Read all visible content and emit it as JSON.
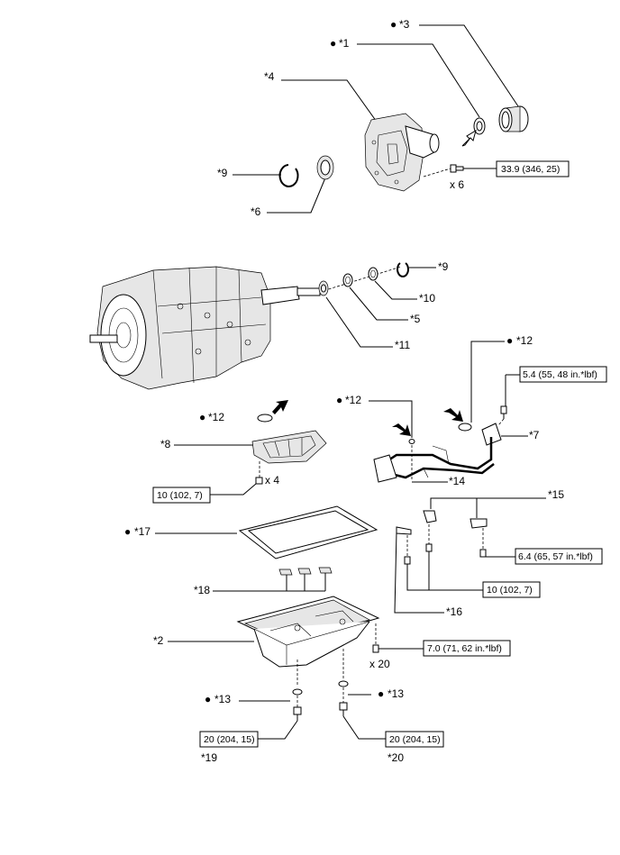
{
  "labels": {
    "p3": "*3",
    "p1": "*1",
    "p4": "*4",
    "p9a": "*9",
    "p6": "*6",
    "p9b": "*9",
    "p10": "*10",
    "p5": "*5",
    "p11": "*11",
    "p12a": "*12",
    "p12b": "*12",
    "p12c": "*12",
    "p7": "*7",
    "p8": "*8",
    "p14": "*14",
    "p15": "*15",
    "p17": "*17",
    "p16": "*16",
    "p18": "*18",
    "p2": "*2",
    "p13a": "*13",
    "p13b": "*13",
    "p19": "*19",
    "p20": "*20"
  },
  "quantities": {
    "q6": "x 6",
    "q4": "x 4",
    "q20": "x 20"
  },
  "torques": {
    "t1": "33.9 (346, 25)",
    "t2": "5.4 (55, 48 in.*lbf)",
    "t3": "10 (102, 7)",
    "t4": "6.4 (65, 57 in.*lbf)",
    "t5": "10 (102, 7)",
    "t6": "7.0 (71, 62 in.*lbf)",
    "t7": "20 (204, 15)",
    "t8": "20 (204, 15)"
  },
  "marker_glyph": "●"
}
